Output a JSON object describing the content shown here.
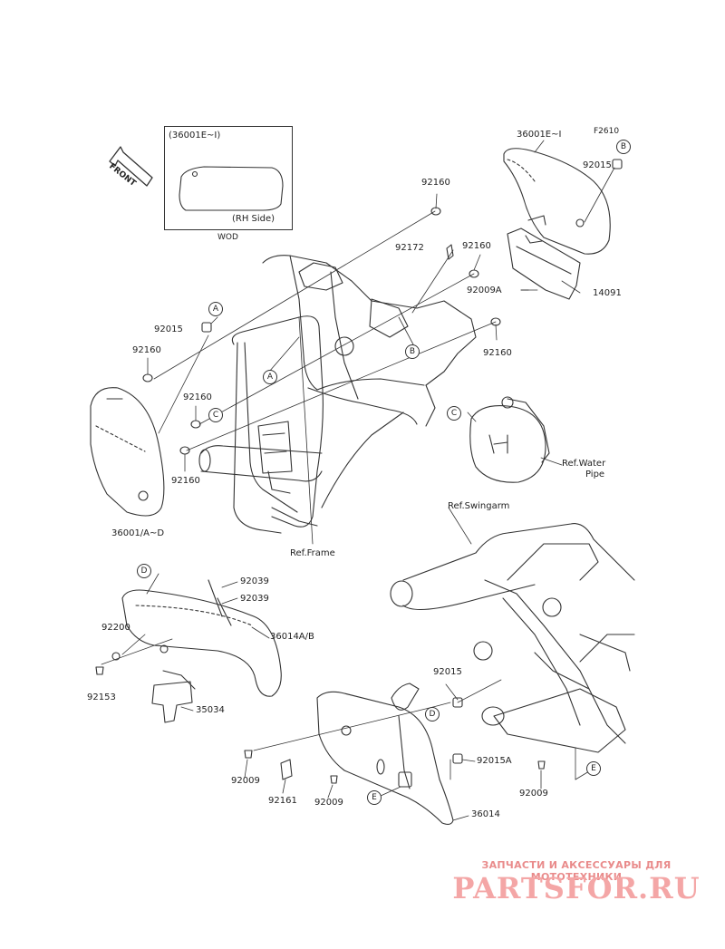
{
  "diagram": {
    "figure_code": "F2610",
    "inset": {
      "title": "(36001E~I)",
      "caption": "(RH Side)",
      "sub_label": "WOD"
    },
    "front_label": "FRONT",
    "parts": {
      "p36001E_I": "36001E~I",
      "p92015_top": "92015",
      "p92160_top": "92160",
      "p92172": "92172",
      "p92160_mid": "92160",
      "p92009A": "92009A",
      "p14091": "14091",
      "p92160_right": "92160",
      "p92015_left": "92015",
      "p92160_left": "92160",
      "p92160_c": "92160",
      "p92160_low": "92160",
      "p36001_AD": "36001/A~D",
      "ref_frame": "Ref.Frame",
      "ref_water_pipe_1": "Ref.Water",
      "ref_water_pipe_2": "Pipe",
      "ref_swingarm": "Ref.Swingarm",
      "p92039_a": "92039",
      "p92039_b": "92039",
      "p92200": "92200",
      "p36014AB": "36014A/B",
      "p92153": "92153",
      "p35034": "35034",
      "p92015_low": "92015",
      "p92015A": "92015A",
      "p92009_a": "92009",
      "p92161": "92161",
      "p92009_b": "92009",
      "p36014": "36014",
      "p92009_c": "92009"
    },
    "callouts": {
      "B_top": "B",
      "A_left": "A",
      "A_frame": "A",
      "B_frame": "B",
      "C_left": "C",
      "C_pipe": "C",
      "D_guard": "D",
      "D_low": "D",
      "E_low": "E",
      "E_right": "E"
    }
  },
  "watermark": {
    "line1": "ЗАПЧАСТИ И АКСЕССУАРЫ ДЛЯ МОТОТЕХНИКИ",
    "line2": "PARTSFOR.RU"
  }
}
